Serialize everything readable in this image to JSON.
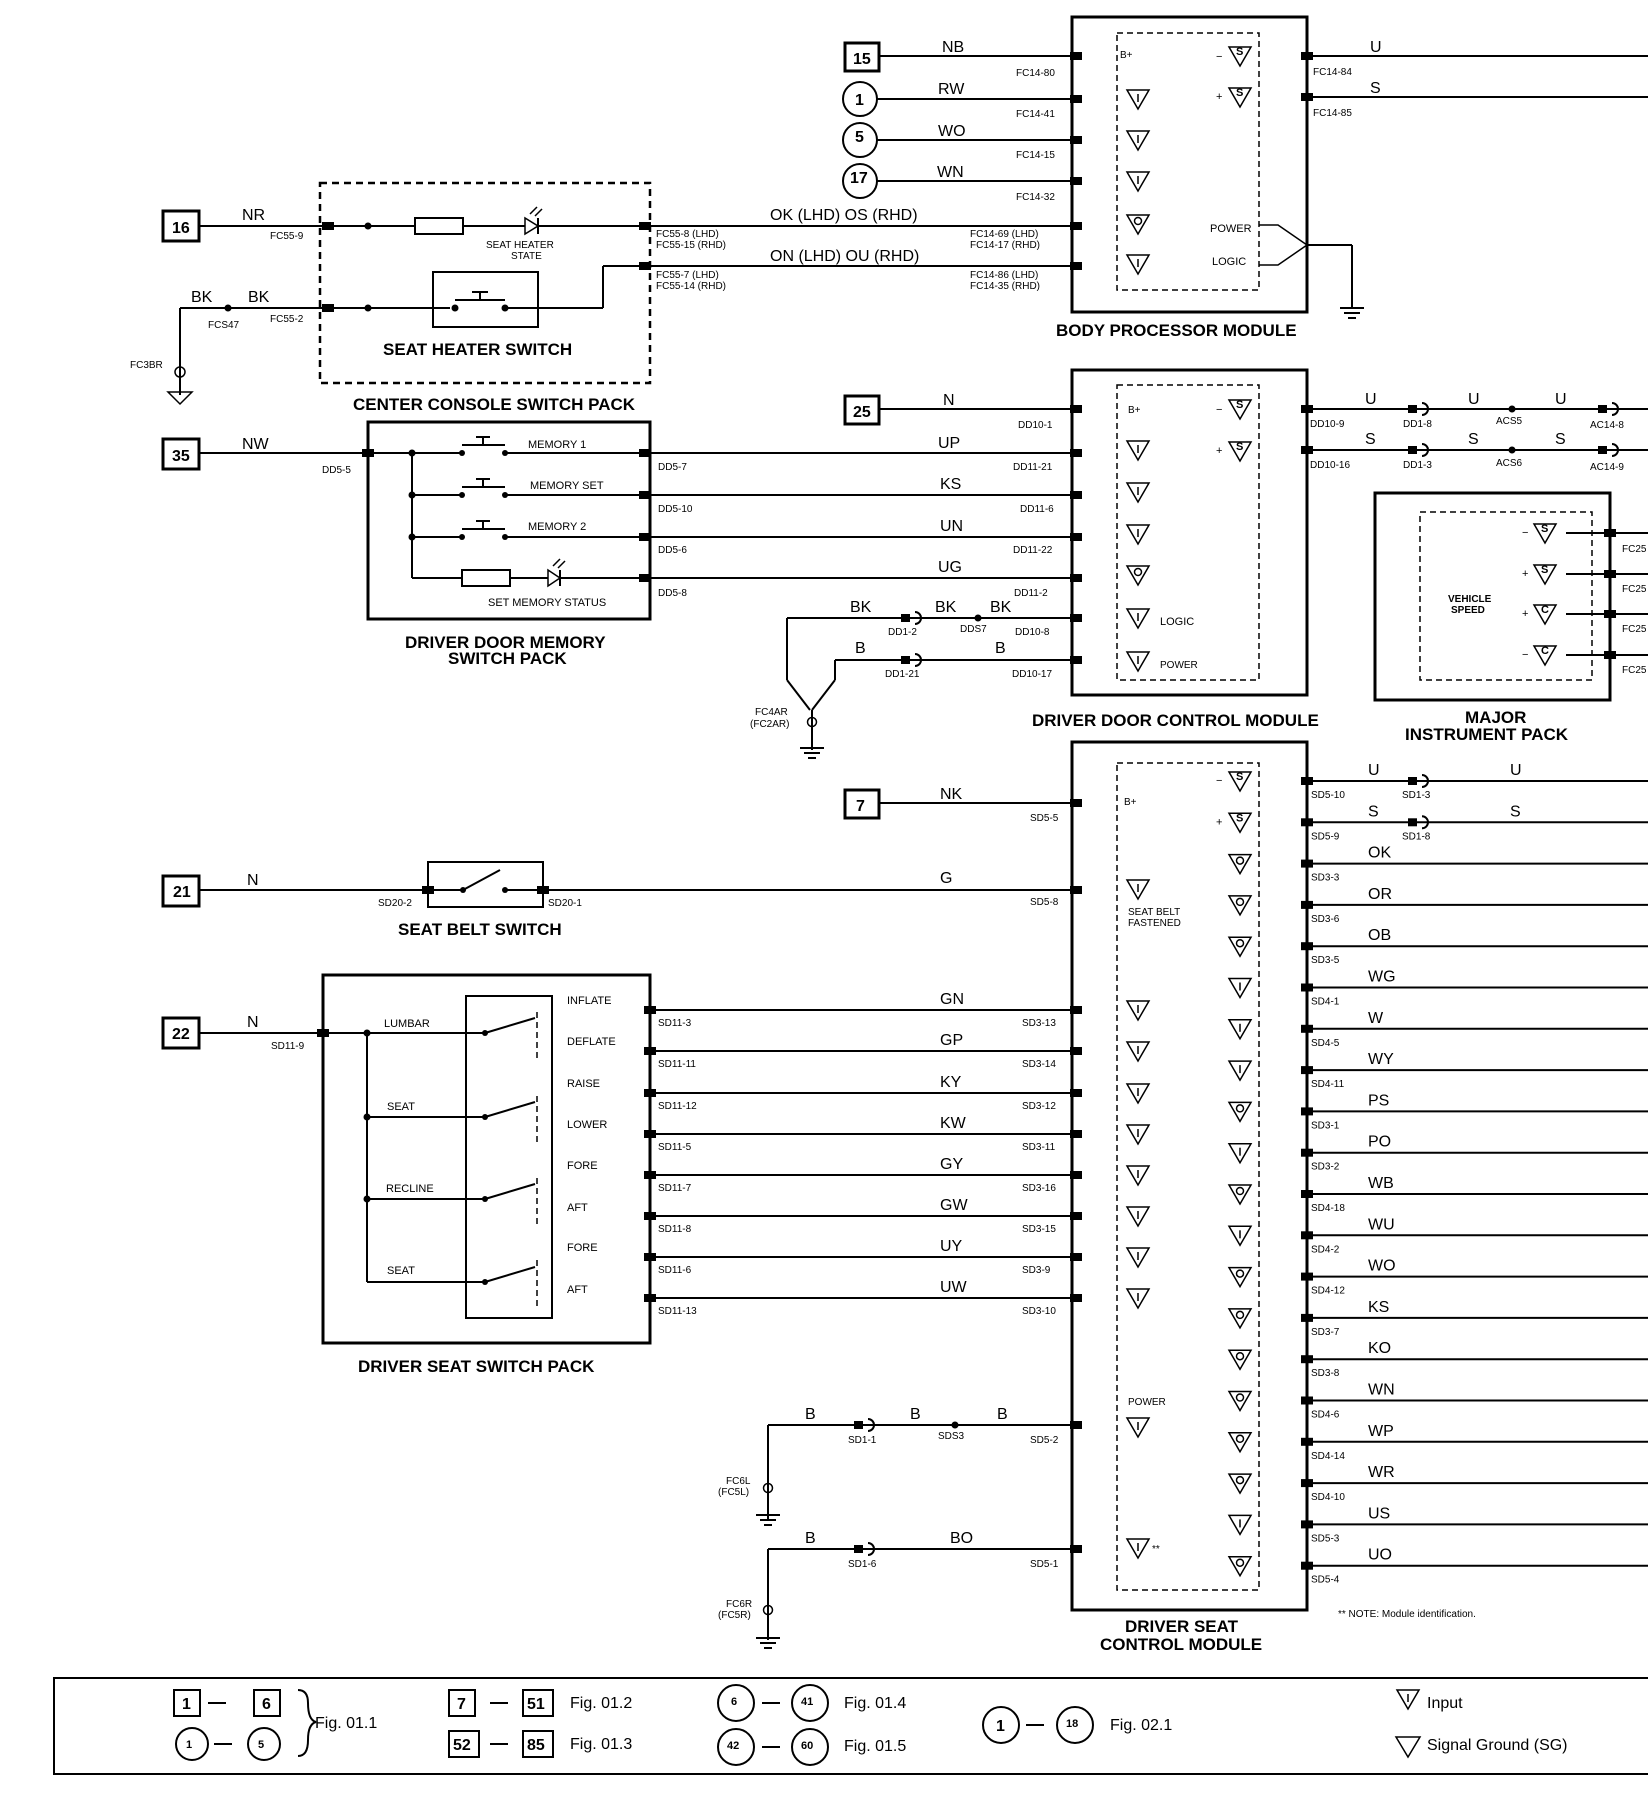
{
  "modules": {
    "bpm": {
      "title": "BODY PROCESSOR MODULE",
      "b_plus": "B+",
      "power": "POWER",
      "logic": "LOGIC"
    },
    "ddcm": {
      "title": "DRIVER DOOR CONTROL MODULE",
      "b_plus": "B+",
      "power": "POWER",
      "logic": "LOGIC"
    },
    "dscm": {
      "title1": "DRIVER SEAT",
      "title2": "CONTROL MODULE",
      "b_plus": "B+",
      "power": "POWER",
      "belt1": "SEAT BELT",
      "belt2": "FASTENED"
    },
    "mip": {
      "title1": "MAJOR",
      "title2": "INSTRUMENT PACK",
      "vs1": "VEHICLE",
      "vs2": "SPEED"
    }
  },
  "components": {
    "console": "CENTER CONSOLE SWITCH PACK",
    "heater_switch": "SEAT HEATER SWITCH",
    "heater_state1": "SEAT HEATER",
    "heater_state2": "STATE",
    "memory_pack1": "DRIVER DOOR MEMORY",
    "memory_pack2": "SWITCH PACK",
    "mem1": "MEMORY 1",
    "memset": "MEMORY SET",
    "mem2": "MEMORY 2",
    "memstatus": "SET MEMORY STATUS",
    "belt_switch": "SEAT BELT SWITCH",
    "seat_pack": "DRIVER SEAT SWITCH PACK",
    "lumbar": "LUMBAR",
    "seat_a": "SEAT",
    "recline": "RECLINE",
    "seat_b": "SEAT",
    "inflate": "INFLATE",
    "deflate": "DEFLATE",
    "raise": "RAISE",
    "lower": "LOWER",
    "fore_a": "FORE",
    "aft_a": "AFT",
    "fore_b": "FORE",
    "aft_b": "AFT"
  },
  "refs": {
    "r15": "15",
    "r1": "1",
    "r5": "5",
    "r17": "17",
    "r16": "16",
    "r25": "25",
    "r35": "35",
    "r7": "7",
    "r21": "21",
    "r22": "22"
  },
  "bpm_inputs": [
    {
      "wire": "NB",
      "pin": "FC14-80"
    },
    {
      "wire": "RW",
      "pin": "FC14-41"
    },
    {
      "wire": "WO",
      "pin": "FC14-15"
    },
    {
      "wire": "WN",
      "pin": "FC14-32"
    }
  ],
  "bpm_outputs": [
    {
      "wire": "U",
      "pin": "FC14-84"
    },
    {
      "wire": "S",
      "pin": "FC14-85"
    }
  ],
  "heater_wires": {
    "w1": "NR",
    "p1": "FC55-9",
    "bk1": "BK",
    "bk2": "BK",
    "splice": "FCS47",
    "p2": "FC55-2",
    "ground": "FC3BR",
    "state_wire": "OK (LHD)  OS (RHD)",
    "state_pin1": "FC55-8 (LHD)",
    "state_pin2": "FC55-15 (RHD)",
    "state_bpm1": "FC14-69 (LHD)",
    "state_bpm2": "FC14-17 (RHD)",
    "sw_wire": "ON (LHD)  OU (RHD)",
    "sw_pin1": "FC55-7 (LHD)",
    "sw_pin2": "FC55-14 (RHD)",
    "sw_bpm1": "FC14-86 (LHD)",
    "sw_bpm2": "FC14-35 (RHD)"
  },
  "ddcm_inputs": [
    {
      "wire": "N",
      "pin": "DD10-1"
    },
    {
      "wire": "UP",
      "pin": "DD11-21",
      "src": "DD5-7"
    },
    {
      "wire": "KS",
      "pin": "DD11-6",
      "src": "DD5-10"
    },
    {
      "wire": "UN",
      "pin": "DD11-22",
      "src": "DD5-6"
    },
    {
      "wire": "UG",
      "pin": "DD11-2",
      "src": "DD5-8"
    }
  ],
  "ddcm_misc": {
    "nw": "NW",
    "dd55": "DD5-5",
    "bk1": "BK",
    "bk2": "BK",
    "bk3": "BK",
    "dd12": "DD1-2",
    "dds7": "DDS7",
    "dd108": "DD10-8",
    "b1": "B",
    "b2": "B",
    "dd121": "DD1-21",
    "dd1017": "DD10-17",
    "gnd1": "FC4AR",
    "gnd2": "(FC2AR)"
  },
  "ddcm_outputs": [
    {
      "w1": "U",
      "w2": "U",
      "w3": "U",
      "pin": "DD10-9",
      "c1": "DD1-8",
      "c2": "ACS5",
      "c3": "AC14-8"
    },
    {
      "w1": "S",
      "w2": "S",
      "w3": "S",
      "pin": "DD10-16",
      "c1": "DD1-3",
      "c2": "ACS6",
      "c3": "AC14-9"
    }
  ],
  "mip_pins": [
    "FC25",
    "FC25",
    "FC25",
    "FC25"
  ],
  "dscm_inputs": [
    {
      "wire": "NK",
      "pin": "SD5-5"
    },
    {
      "wire": "G",
      "pin": "SD5-8"
    }
  ],
  "belt": {
    "wire": "N",
    "p1": "SD20-2",
    "p2": "SD20-1"
  },
  "seat_in": {
    "wire": "N",
    "pin": "SD11-9"
  },
  "seat_rows": [
    {
      "wire": "GN",
      "src": "SD11-3",
      "dst": "SD3-13"
    },
    {
      "wire": "GP",
      "src": "SD11-11",
      "dst": "SD3-14"
    },
    {
      "wire": "KY",
      "src": "SD11-12",
      "dst": "SD3-12"
    },
    {
      "wire": "KW",
      "src": "SD11-5",
      "dst": "SD3-11"
    },
    {
      "wire": "GY",
      "src": "SD11-7",
      "dst": "SD3-16"
    },
    {
      "wire": "GW",
      "src": "SD11-8",
      "dst": "SD3-15"
    },
    {
      "wire": "UY",
      "src": "SD11-6",
      "dst": "SD3-9"
    },
    {
      "wire": "UW",
      "src": "SD11-13",
      "dst": "SD3-10"
    }
  ],
  "dscm_power": {
    "b1": "B",
    "b2": "B",
    "b3": "B",
    "c1": "SD1-1",
    "splice": "SDS3",
    "pin": "SD5-2",
    "g1": "FC6L",
    "g2": "(FC5L)",
    "b4": "B",
    "bo": "BO",
    "c2": "SD1-6",
    "pin2": "SD5-1",
    "g3": "FC6R",
    "g4": "(FC5R)"
  },
  "dscm_outputs": [
    {
      "wire": "U",
      "pin": "SD5-10",
      "w2": "U",
      "c": "SD1-3"
    },
    {
      "wire": "S",
      "pin": "SD5-9",
      "w2": "S",
      "c": "SD1-8"
    },
    {
      "wire": "OK",
      "pin": "SD3-3"
    },
    {
      "wire": "OR",
      "pin": "SD3-6"
    },
    {
      "wire": "OB",
      "pin": "SD3-5"
    },
    {
      "wire": "WG",
      "pin": "SD4-1"
    },
    {
      "wire": "W",
      "pin": "SD4-5"
    },
    {
      "wire": "WY",
      "pin": "SD4-11"
    },
    {
      "wire": "PS",
      "pin": "SD3-1"
    },
    {
      "wire": "PO",
      "pin": "SD3-2"
    },
    {
      "wire": "WB",
      "pin": "SD4-18"
    },
    {
      "wire": "WU",
      "pin": "SD4-2"
    },
    {
      "wire": "WO",
      "pin": "SD4-12"
    },
    {
      "wire": "KS",
      "pin": "SD3-7"
    },
    {
      "wire": "KO",
      "pin": "SD3-8"
    },
    {
      "wire": "WN",
      "pin": "SD4-6"
    },
    {
      "wire": "WP",
      "pin": "SD4-14"
    },
    {
      "wire": "WR",
      "pin": "SD4-10"
    },
    {
      "wire": "US",
      "pin": "SD5-3"
    },
    {
      "wire": "UO",
      "pin": "SD5-4"
    }
  ],
  "note": "** NOTE:  Module identification.",
  "legend": {
    "a1": "1",
    "a2": "6",
    "b1": "1",
    "b2": "5",
    "fig011": "Fig. 01.1",
    "c1": "7",
    "c2": "51",
    "fig012": "Fig. 01.2",
    "d1": "52",
    "d2": "85",
    "fig013": "Fig. 01.3",
    "e1": "6",
    "e2": "41",
    "fig014": "Fig. 01.4",
    "f1": "42",
    "f2": "60",
    "fig015": "Fig. 01.5",
    "g1": "1",
    "g2": "18",
    "fig021": "Fig. 02.1",
    "input": "Input",
    "sg": "Signal Ground (SG)"
  }
}
